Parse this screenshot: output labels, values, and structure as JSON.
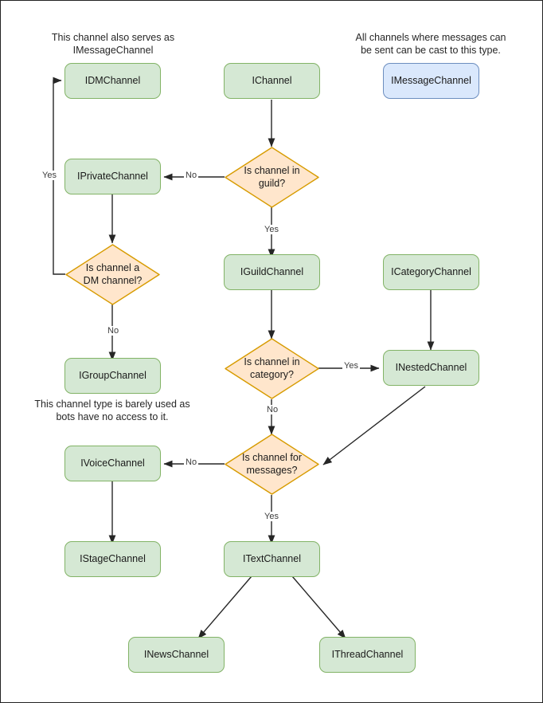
{
  "diagram": {
    "title": "Discord channel type decision flowchart",
    "colors": {
      "green_fill": "#d5e8d4",
      "green_stroke": "#82b366",
      "blue_fill": "#dae8fc",
      "blue_stroke": "#6c8ebf",
      "diamond_fill": "#ffe6cc",
      "diamond_stroke": "#d79b00",
      "edge_stroke": "#262626",
      "canvas_border": "#232323",
      "background": "#ffffff"
    },
    "notes": [
      {
        "id": "note-dm",
        "text": "This channel also serves as IMessageChannel"
      },
      {
        "id": "note-message",
        "text": "All channels where messages can be sent can be cast to this type."
      },
      {
        "id": "note-group",
        "text": "This channel type is barely used as bots have no access to it."
      }
    ],
    "nodes": [
      {
        "id": "idmchannel",
        "label": "IDMChannel",
        "shape": "box",
        "style": "green"
      },
      {
        "id": "ichannel",
        "label": "IChannel",
        "shape": "box",
        "style": "green"
      },
      {
        "id": "imessagechannel",
        "label": "IMessageChannel",
        "shape": "box",
        "style": "blue"
      },
      {
        "id": "iprivatechannel",
        "label": "IPrivateChannel",
        "shape": "box",
        "style": "green"
      },
      {
        "id": "iguildchannel",
        "label": "IGuildChannel",
        "shape": "box",
        "style": "green"
      },
      {
        "id": "icategorychannel",
        "label": "ICategoryChannel",
        "shape": "box",
        "style": "green"
      },
      {
        "id": "igroupchannel",
        "label": "IGroupChannel",
        "shape": "box",
        "style": "green"
      },
      {
        "id": "inestedchannel",
        "label": "INestedChannel",
        "shape": "box",
        "style": "green"
      },
      {
        "id": "ivoicechannel",
        "label": "IVoiceChannel",
        "shape": "box",
        "style": "green"
      },
      {
        "id": "istagechannel",
        "label": "IStageChannel",
        "shape": "box",
        "style": "green"
      },
      {
        "id": "itextchannel",
        "label": "ITextChannel",
        "shape": "box",
        "style": "green"
      },
      {
        "id": "inewschannel",
        "label": "INewsChannel",
        "shape": "box",
        "style": "green"
      },
      {
        "id": "ithreadchannel",
        "label": "IThreadChannel",
        "shape": "box",
        "style": "green"
      },
      {
        "id": "q-guild",
        "label": "Is channel in\nguild?",
        "shape": "diamond",
        "style": "orange"
      },
      {
        "id": "q-dm",
        "label": "Is channel a\nDM channel?",
        "shape": "diamond",
        "style": "orange"
      },
      {
        "id": "q-category",
        "label": "Is channel in\ncategory?",
        "shape": "diamond",
        "style": "orange"
      },
      {
        "id": "q-messages",
        "label": "Is channel for\nmessages?",
        "shape": "diamond",
        "style": "orange"
      }
    ],
    "edges": [
      {
        "id": "e1",
        "from": "ichannel",
        "to": "q-guild",
        "label": ""
      },
      {
        "id": "e2",
        "from": "q-guild",
        "to": "iprivatechannel",
        "label": "No"
      },
      {
        "id": "e3",
        "from": "q-guild",
        "to": "iguildchannel",
        "label": "Yes"
      },
      {
        "id": "e4",
        "from": "iprivatechannel",
        "to": "q-dm",
        "label": ""
      },
      {
        "id": "e5",
        "from": "q-dm",
        "to": "idmchannel",
        "label": "Yes"
      },
      {
        "id": "e6",
        "from": "q-dm",
        "to": "igroupchannel",
        "label": "No"
      },
      {
        "id": "e7",
        "from": "iguildchannel",
        "to": "q-category",
        "label": ""
      },
      {
        "id": "e8",
        "from": "q-category",
        "to": "inestedchannel",
        "label": "Yes"
      },
      {
        "id": "e9",
        "from": "q-category",
        "to": "q-messages",
        "label": "No"
      },
      {
        "id": "e10",
        "from": "icategorychannel",
        "to": "inestedchannel",
        "label": ""
      },
      {
        "id": "e11",
        "from": "inestedchannel",
        "to": "q-messages",
        "label": ""
      },
      {
        "id": "e12",
        "from": "q-messages",
        "to": "ivoicechannel",
        "label": "No"
      },
      {
        "id": "e13",
        "from": "q-messages",
        "to": "itextchannel",
        "label": "Yes"
      },
      {
        "id": "e14",
        "from": "ivoicechannel",
        "to": "istagechannel",
        "label": ""
      },
      {
        "id": "e15",
        "from": "itextchannel",
        "to": "inewschannel",
        "label": ""
      },
      {
        "id": "e16",
        "from": "itextchannel",
        "to": "ithreadchannel",
        "label": ""
      }
    ],
    "edge_labels": {
      "guild_no": "No",
      "guild_yes": "Yes",
      "dm_yes": "Yes",
      "dm_no": "No",
      "category_yes": "Yes",
      "category_no": "No",
      "messages_no": "No",
      "messages_yes": "Yes"
    }
  }
}
